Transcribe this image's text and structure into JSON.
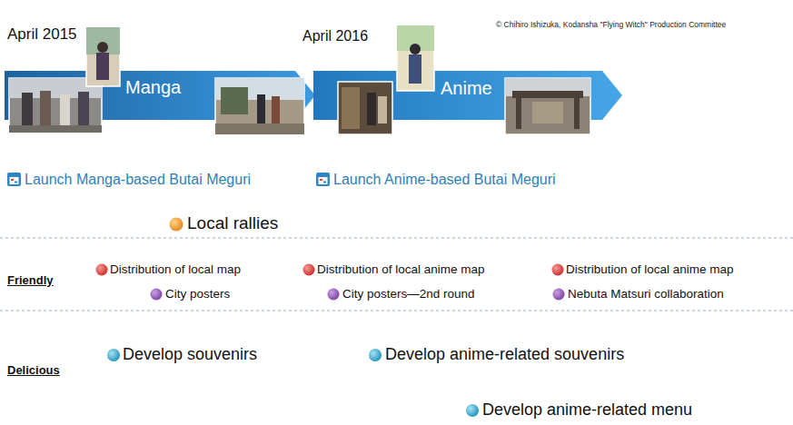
{
  "diagram": {
    "nodes": [
      {
        "text": [
          "Manga"
        ]
      },
      {
        "text": [
          "Anime"
        ]
      }
    ],
    "labels": [
      "April 2015",
      "April 2016",
      "© Chihiro Ishizuka, Kodansha \"Flying Witch\" Production Committee",
      "Launch Manga-based Butai Meguri",
      "Launch Anime-based Butai Meguri",
      "Local rallies",
      "Friendly",
      "Distribution of local map",
      "Distribution of local anime map",
      "Distribution of local anime map",
      "City posters",
      "City posters—2nd round",
      "Nebuta Matsuri collaboration",
      "Delicious",
      "Develop souvenirs",
      "Develop anime-related souvenirs",
      "Develop anime-related menu"
    ]
  }
}
